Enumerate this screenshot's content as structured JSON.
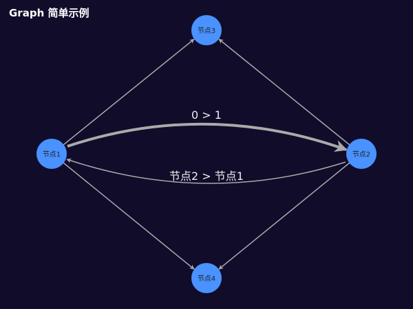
{
  "header": {
    "title": "Graph 简单示例"
  },
  "colors": {
    "background": "#100c2a",
    "node_fill": "#4992ff",
    "edge": "#aaaaaa",
    "title_text": "#ffffff",
    "edge_label_text": "#eeeeee",
    "node_label_text": "#222222"
  },
  "graph": {
    "nodes": [
      {
        "id": 1,
        "label": "节点1"
      },
      {
        "id": 2,
        "label": "节点2"
      },
      {
        "id": 3,
        "label": "节点3"
      },
      {
        "id": 4,
        "label": "节点4"
      }
    ],
    "edges": [
      {
        "from": 1,
        "to": 3,
        "label": ""
      },
      {
        "from": 2,
        "to": 3,
        "label": ""
      },
      {
        "from": 1,
        "to": 4,
        "label": ""
      },
      {
        "from": 2,
        "to": 4,
        "label": ""
      },
      {
        "from": 1,
        "to": 2,
        "label": "0 > 1",
        "emphasized": true
      },
      {
        "from": 2,
        "to": 1,
        "label": "节点2 > 节点1"
      }
    ]
  }
}
